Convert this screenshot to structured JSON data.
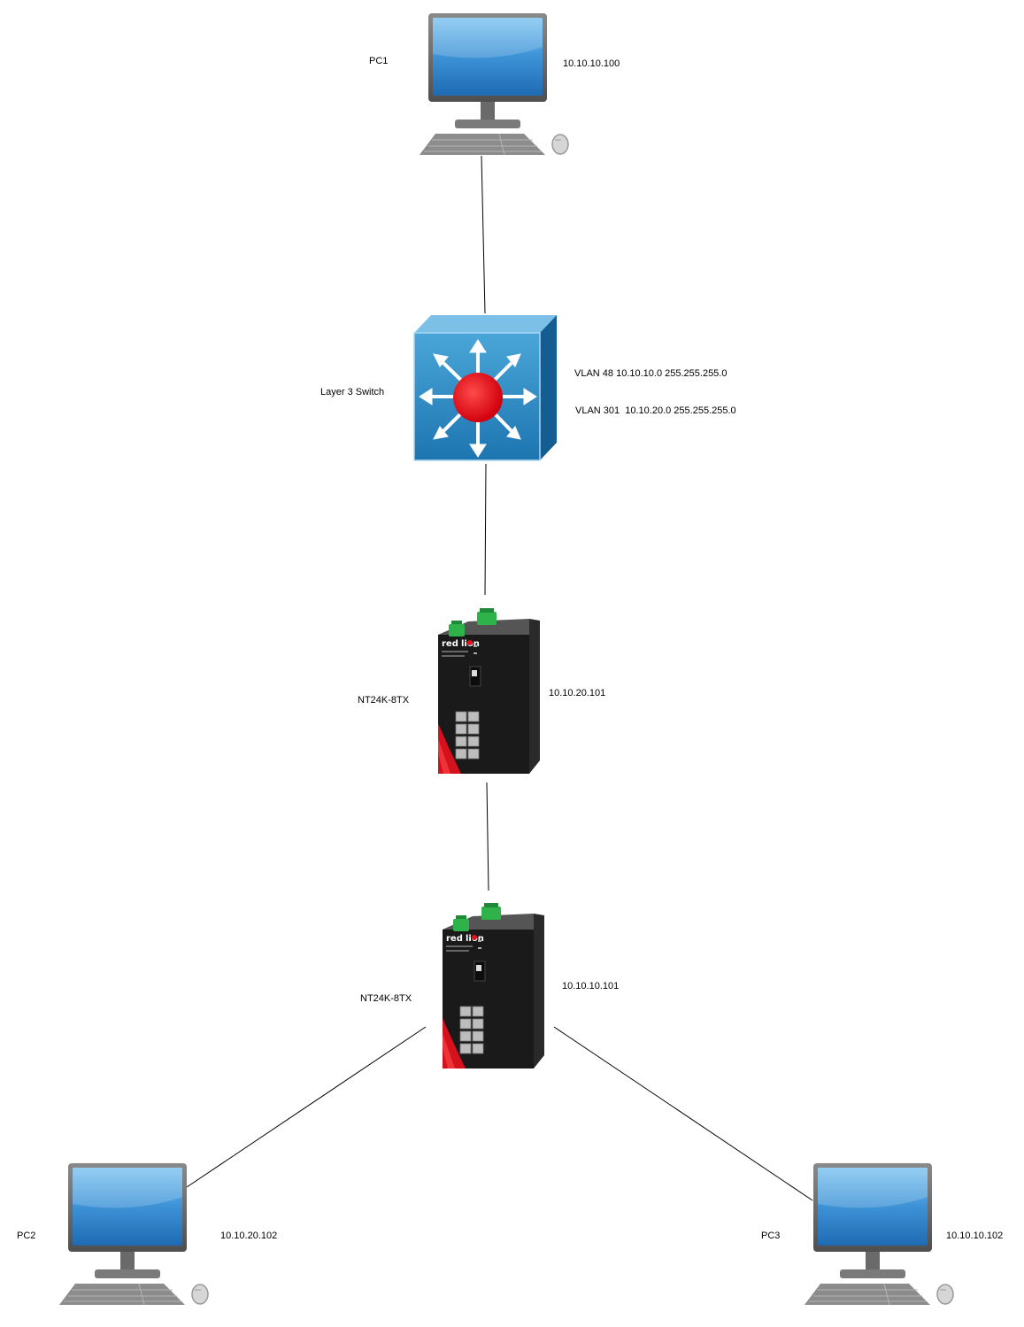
{
  "devices": {
    "pc1": {
      "name": "PC1",
      "ip": "10.10.10.100"
    },
    "l3switch": {
      "name": "Layer 3 Switch",
      "vlans": [
        "VLAN 48 10.10.10.0 255.255.255.0",
        "VLAN 301  10.10.20.0 255.255.255.0"
      ]
    },
    "switch1": {
      "name": "NT24K-8TX",
      "ip": "10.10.20.101",
      "brand": "red lion"
    },
    "switch2": {
      "name": "NT24K-8TX",
      "ip": "10.10.10.101",
      "brand": "red lion"
    },
    "pc2": {
      "name": "PC2",
      "ip": "10.10.20.102"
    },
    "pc3": {
      "name": "PC3",
      "ip": "10.10.10.102"
    }
  },
  "colors": {
    "link": "#000000",
    "monitor_screen": "#3b8fd4",
    "switch_cube": "#2a8bc4",
    "switch_core": "#e8101c",
    "industrial_body": "#1c1c1c",
    "connector": "#2db34a"
  }
}
